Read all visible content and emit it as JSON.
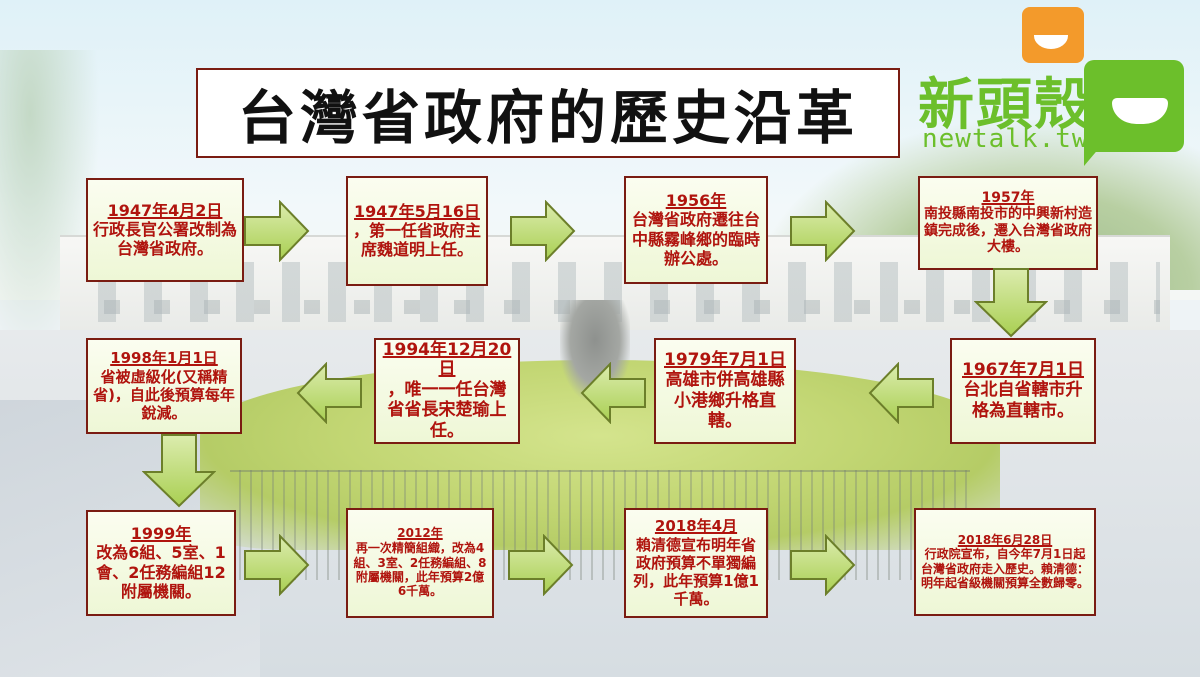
{
  "title": "台灣省政府的歷史沿革",
  "logo": {
    "name_cn": "新頭殼",
    "name_en": "newtalk.tw",
    "colors": {
      "orange": "#f39a2b",
      "green": "#6cbf2b"
    }
  },
  "colors": {
    "accent_red": "#b0140e",
    "border": "#7a1c12",
    "arrow_fill": "#b9d96a"
  },
  "timeline": [
    {
      "date": "1947年4月2日",
      "desc": "行政長官公署改制為台灣省政府。"
    },
    {
      "date": "1947年5月16日",
      "desc": "，第一任省政府主席魏道明上任。"
    },
    {
      "date": "1956年",
      "desc": "台灣省政府遷往台中縣霧峰鄉的臨時辦公處。"
    },
    {
      "date": "1957年",
      "desc": "南投縣南投市的中興新村造鎮完成後，遷入台灣省政府大樓。"
    },
    {
      "date": "1967年7月1日",
      "desc": "台北自省轄市升格為直轄市。"
    },
    {
      "date": "1979年7月1日",
      "desc": "高雄市併高雄縣小港鄉升格直轄。"
    },
    {
      "date": "1994年12月20日",
      "desc": "，唯一一任台灣省省長宋楚瑜上任。"
    },
    {
      "date": "1998年1月1日",
      "desc": "省被虛級化(又稱精省)，自此後預算每年銳減。"
    },
    {
      "date": "1999年",
      "desc": "改為6組、5室、1會、2任務編組12附屬機關。"
    },
    {
      "date": "2012年",
      "desc": "再一次精簡組織，改為4組、3室、2任務編組、8附屬機關，此年預算2億6千萬。"
    },
    {
      "date": "2018年4月",
      "desc": "賴清德宣布明年省政府預算不單獨編列，此年預算1億1千萬。"
    },
    {
      "date": "2018年6月28日",
      "desc": "行政院宣布，自今年7月1日起台灣省政府走入歷史。賴清德：明年起省級機關預算全數歸零。"
    }
  ]
}
